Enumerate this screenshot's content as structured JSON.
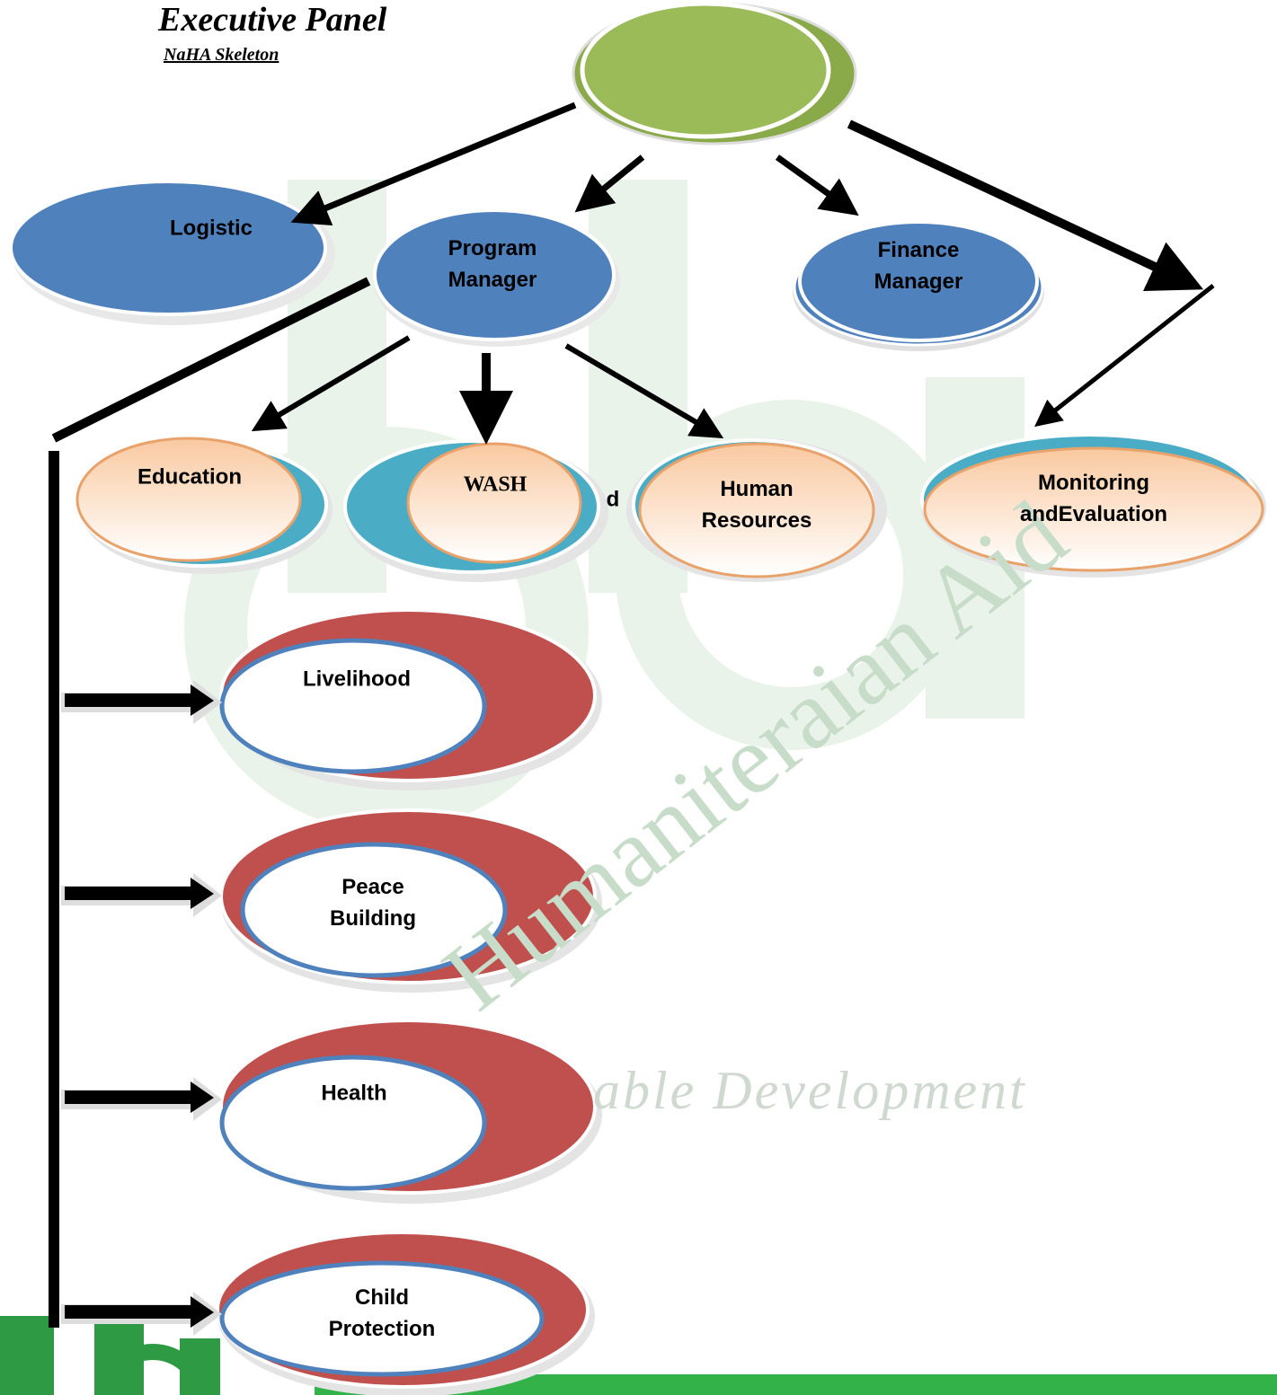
{
  "header": {
    "title": "Executive Panel",
    "subtitle": "NaHA Skeleton"
  },
  "nodes": {
    "logistic": "Logistic",
    "program_manager": "Program\nManager",
    "finance_manager": "Finance\nManager",
    "education": "Education",
    "wash": "WASH",
    "wash_fragment": "d",
    "human_resources": "Human\nResources",
    "monitoring": "Monitoring\nandEvaluation",
    "livelihood": "Livelihood",
    "peace_building": "Peace\nBuilding",
    "health": "Health",
    "child_protection": "Child\nProtection"
  },
  "watermark": {
    "text": "Humaniteraian Aid",
    "tagline": "able Development"
  },
  "colors": {
    "green_node": "#9bbb59",
    "blue_node": "#4f81bd",
    "teal_node": "#4bacc6",
    "peach_node": "#fbd4b4",
    "red_node": "#c0504d",
    "watermark": "#d8ead9",
    "footer_bar": "#33b249"
  }
}
